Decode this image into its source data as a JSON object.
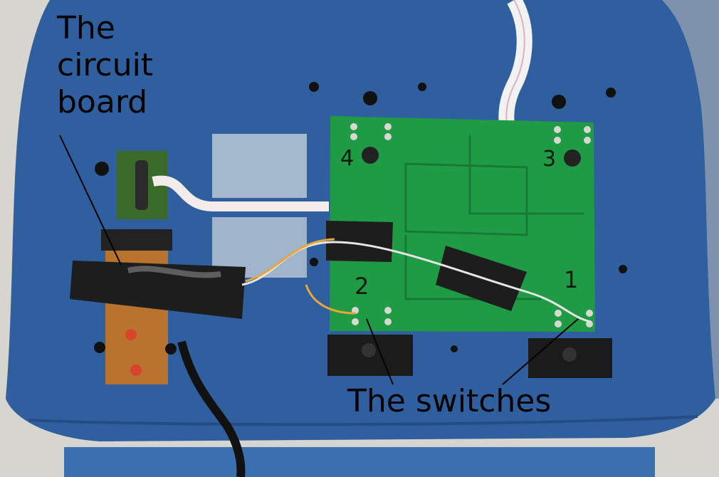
{
  "annotations": {
    "circuit_board_label": [
      "The",
      "circuit",
      "board"
    ],
    "switches_label": "The switches"
  },
  "board_numbers": {
    "n1": "1",
    "n2": "2",
    "n3": "3",
    "n4": "4"
  },
  "colors": {
    "case_blue": "#2f5f9e",
    "pcb_green": "#1f9a45",
    "tape_black": "#1c1c1c",
    "background_gray": "#d6d4cf"
  }
}
